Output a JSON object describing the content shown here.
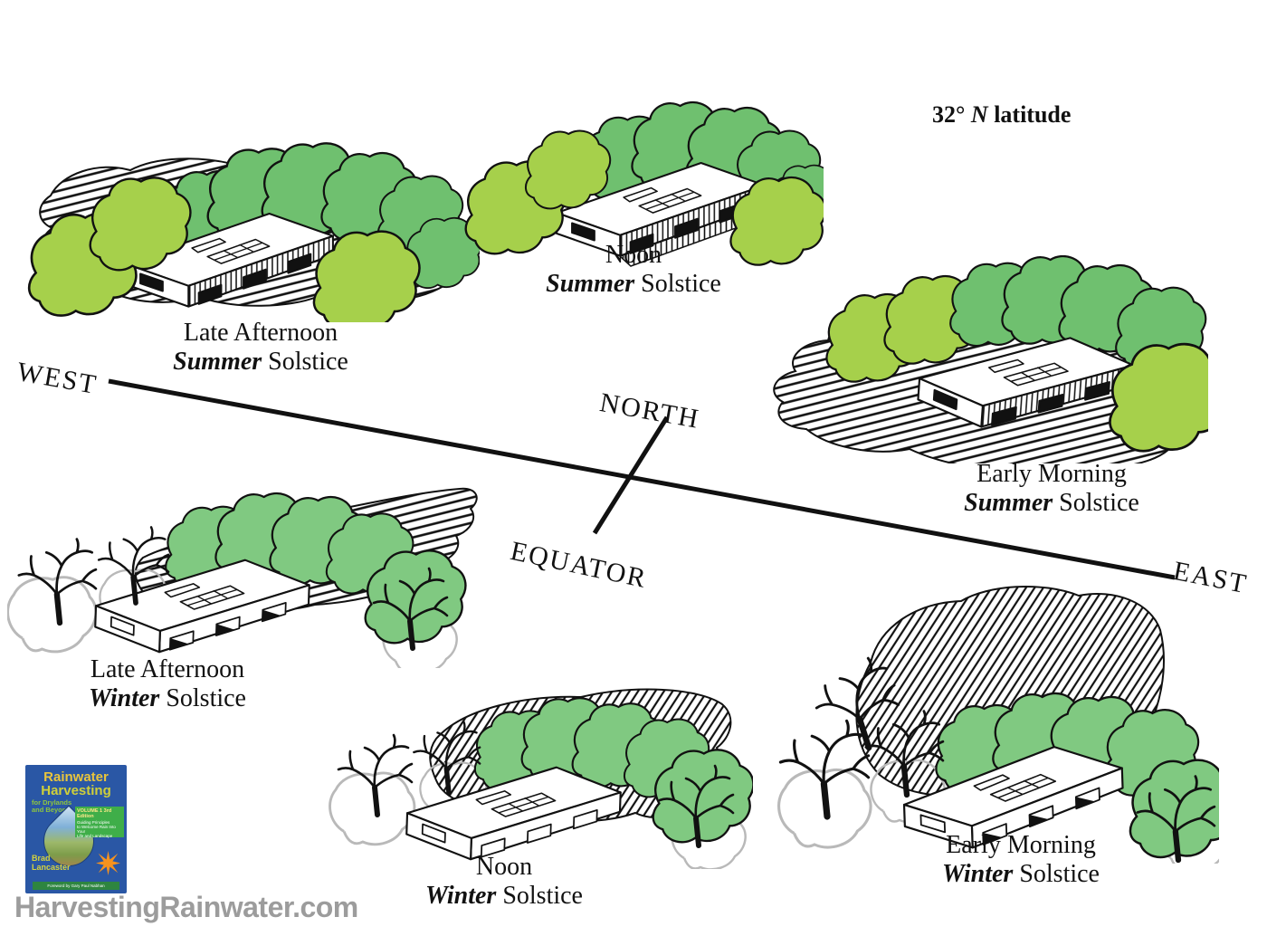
{
  "title": {
    "prefix": "32°",
    "italic": "N",
    "suffix": "latitude"
  },
  "compass": {
    "west": "WEST",
    "north": "NORTH",
    "equator": "EQUATOR",
    "east": "EAST"
  },
  "scenes": [
    {
      "id": "late-afternoon-summer",
      "time": "Late Afternoon",
      "season": "Summer",
      "event": "Solstice"
    },
    {
      "id": "noon-summer",
      "time": "Noon",
      "season": "Summer",
      "event": "Solstice"
    },
    {
      "id": "early-morning-summer",
      "time": "Early Morning",
      "season": "Summer",
      "event": "Solstice"
    },
    {
      "id": "late-afternoon-winter",
      "time": "Late Afternoon",
      "season": "Winter",
      "event": "Solstice"
    },
    {
      "id": "noon-winter",
      "time": "Noon",
      "season": "Winter",
      "event": "Solstice"
    },
    {
      "id": "early-morning-winter",
      "time": "Early Morning",
      "season": "Winter",
      "event": "Solstice"
    }
  ],
  "book": {
    "title_line1": "Rainwater",
    "title_line2": "Harvesting",
    "subtitle_line1": "for Drylands",
    "subtitle_line2": "and Beyond",
    "volume": "VOLUME 1 3rd Edition",
    "tagline_line1": "Guiding Principles",
    "tagline_line2": "to Welcome Rain Into Your",
    "tagline_line3": "Life and Landscape",
    "author_line1": "Brad",
    "author_line2": "Lancaster",
    "foreword": "Foreword by Gary Paul Nabhan"
  },
  "footer": {
    "site": "HarvestingRainwater.com"
  },
  "colors": {
    "light_green": "#a6d04b",
    "summer_green": "#6fc06f",
    "winter_green": "#80c981",
    "outline_ink": "#111111",
    "canopy_gray": "#b9b9b9",
    "site_gray": "#9c9c9c",
    "book_blue": "#2a57a5",
    "book_band_green": "#3fae49",
    "book_title_gold": "#e9c53c",
    "book_accent_green": "#8fc63f",
    "starburst_orange": "#f6921e"
  }
}
